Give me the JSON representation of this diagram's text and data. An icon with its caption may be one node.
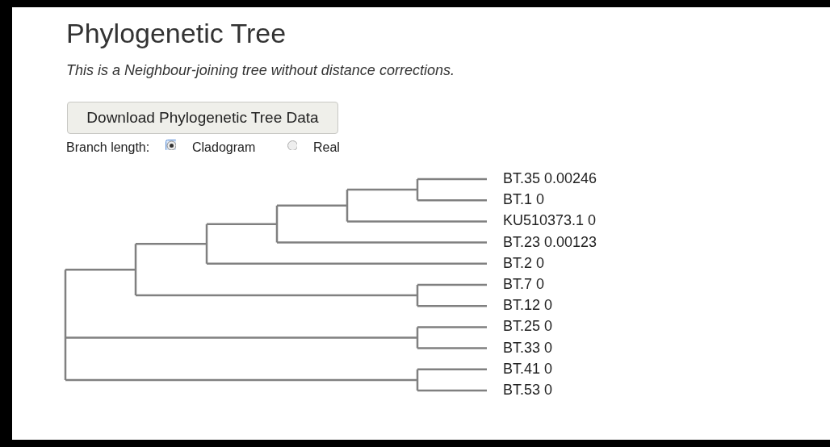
{
  "diagram": {
    "title": "Phylogenetic Tree",
    "labels": [
      "This is a Neighbour-joining tree without distance corrections.",
      "Download Phylogenetic Tree Data",
      "Branch length:",
      "Cladogram",
      "Real",
      "BT.35 0.00246",
      "BT.1 0",
      "KU510373.1 0",
      "BT.23 0.00123",
      "BT.2 0",
      "BT.7 0",
      "BT.12 0",
      "BT.25 0",
      "BT.33 0",
      "BT.41 0",
      "BT.53 0"
    ]
  }
}
